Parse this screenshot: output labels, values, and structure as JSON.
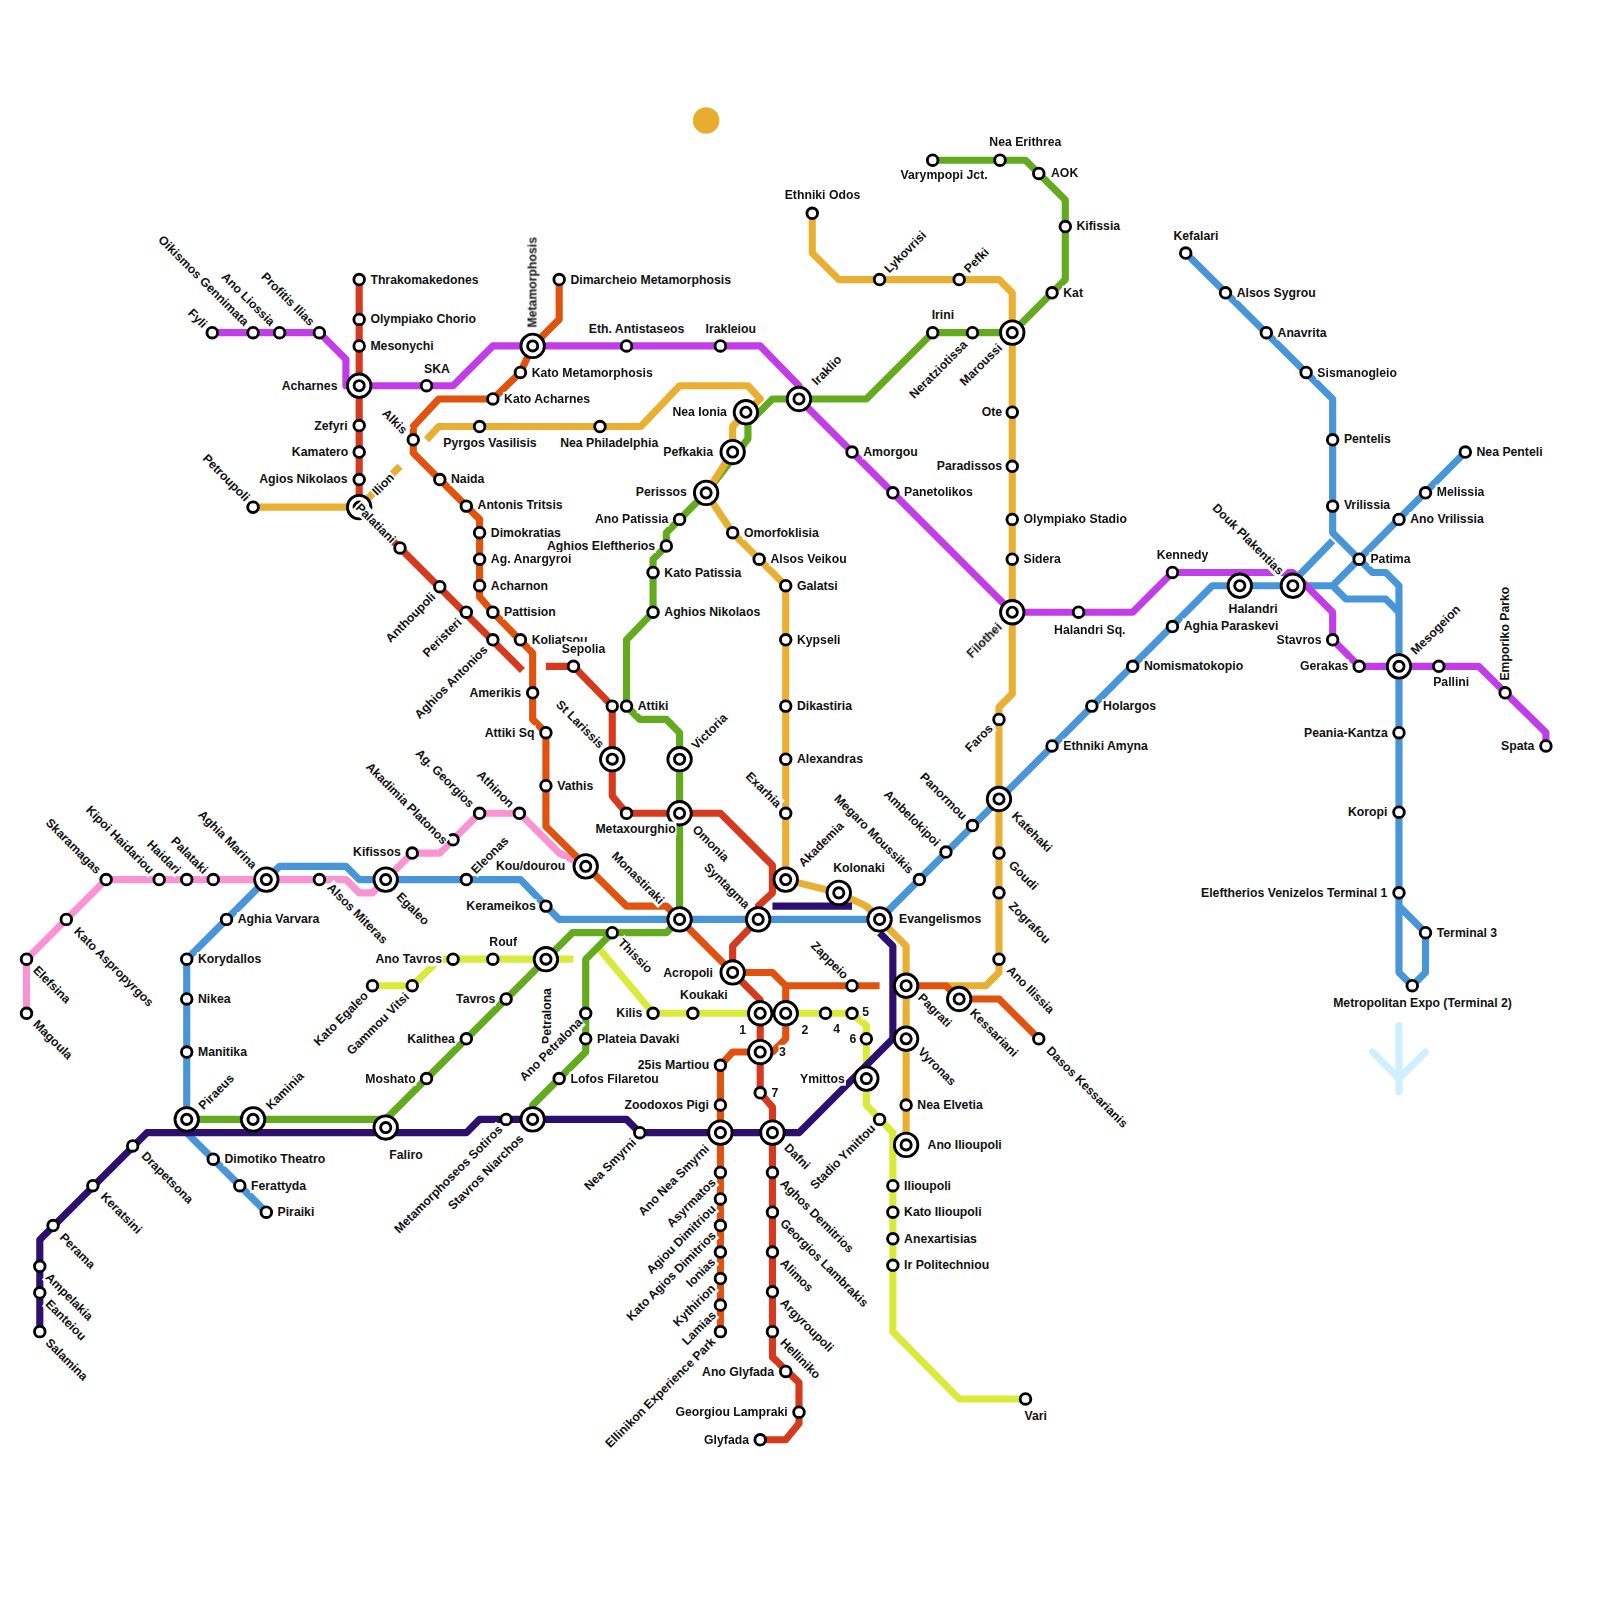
{
  "diagram": {
    "labels": [
      "Nea Erithrea",
      "Varympopi Jct.",
      "AOK",
      "Ethniki Odos",
      "Kifissia",
      "Kefalari",
      "Lykovrisi",
      "Pefki",
      "Thrakomakedones",
      "Dimarcheio Metamorphosis",
      "Kat",
      "Alsos Sygrou",
      "Metamorphosis",
      "Oikismos Gennimata",
      "Ano Liossia",
      "Profitis Ilias",
      "Fyli",
      "Olympiako Chorio",
      "Irini",
      "Anavrita",
      "Eth. Antistaseos",
      "Irakleiou",
      "Mesonychi",
      "Neratziotissa",
      "Maroussi",
      "Iraklio",
      "SKA",
      "Kato Metamorphosis",
      "Sismanogleio",
      "Acharnes",
      "Kato Acharnes",
      "Nea Ionia",
      "Alkis",
      "Ote",
      "Zefyri",
      "Pyrgos Vasilisis",
      "Nea Philadelphia",
      "Pentelis",
      "Amorgou",
      "Pefkakia",
      "Kamatero",
      "Nea Penteli",
      "Paradissos",
      "Agios Nikolaos",
      "Ilion",
      "Naida",
      "Petroupoli",
      "Perissos",
      "Panetolikos",
      "Melissia",
      "Antonis Tritsis",
      "Vrilissia",
      "Olympiako Stadio",
      "Ano Patissia",
      "Douk Plakentias",
      "Ano Vrilissia",
      "Omorfoklisia",
      "Dimokratias",
      "Aghios Eleftherios",
      "Palatiani",
      "Kennedy",
      "Alsos Veikou",
      "Sidera",
      "Ag. Anargyroi",
      "Patima",
      "Kato Patissia",
      "Galatsi",
      "Acharnon",
      "Anthoupoli",
      "Halandri",
      "Pattision",
      "Aghios Nikolaos",
      "Filothei",
      "Peristeri",
      "Aghia Paraskevi",
      "Halandri Sq.",
      "Stavros",
      "Koliatsou",
      "Kypseli",
      "Sepolia",
      "Aghios Antonios",
      "Mesogeion",
      "Emporiko Parko",
      "Nomismatokopio",
      "Gerakas",
      "Pallini",
      "Amerikis",
      "Attiki",
      "St Larissis",
      "Dikastiria",
      "Holargos",
      "Victoria",
      "Faros",
      "Attiki Sq",
      "Peania-Kantza",
      "Spata",
      "Ethniki Amyna",
      "Alexandras",
      "Akadimia Platonos",
      "Ag. Georgios",
      "Athinon",
      "Vathis",
      "Exarhia",
      "Panormou",
      "Metaxourghio",
      "Koropi",
      "Omonia",
      "Katehaki",
      "Kipoi Haidariou",
      "Skaramagas",
      "Haidari",
      "Palataki",
      "Aghia Marina",
      "Akademia",
      "Ambelokipoi",
      "Megaro Moussikis",
      "Syntagma",
      "Kifissos",
      "Eleonas",
      "Kou/dourou",
      "Monastiraki",
      "Kolonaki",
      "Goudi",
      "Alsos Miteras",
      "Egaleo",
      "Aghia Varvara",
      "Kerameikos",
      "Kato Aspropyrgos",
      "Zografou",
      "Evangelismos",
      "Thissio",
      "Rouf",
      "Zappeio",
      "Korydallos",
      "Ano Tavros",
      "Elefsina",
      "Acropoli",
      "Ano Ilissia",
      "Pagrati",
      "Kato Egaleo",
      "Gammou Vitsi",
      "Kessariani",
      "Nikea",
      "Tavros",
      "Koukaki",
      "Petralona",
      "Kilis",
      "1",
      "2",
      "4",
      "5",
      "3",
      "6",
      "Dasos Kessarianis",
      "Kalithea",
      "Plateia Davaki",
      "Vyronas",
      "Manitika",
      "Ano Petralona",
      "25is Martiou",
      "Moshato",
      "Lofos Filaretou",
      "Ymittos",
      "7",
      "Nea Elvetia",
      "Zoodoxos Pigi",
      "Piraeus",
      "Kaminia",
      "Stadio Ymittou",
      "Ano Ilioupoli",
      "Faliro",
      "Metamorphoseos Sotiros",
      "Stavros Niarchos",
      "Nea Smyrni",
      "Ano Nea Smyrni",
      "Dafni",
      "Drapetsona",
      "Dimotiko Theatro",
      "Ferattyda",
      "Keratsini",
      "Ilioupoli",
      "Asyrmatos",
      "Aghos Demitrios",
      "Piraiki",
      "Kato Ilioupoli",
      "Agiou Dimitriou",
      "Perama",
      "Georgios Lambrakis",
      "Kato Agios Dimitrios",
      "Anexartisias",
      "Alimos",
      "Ionias",
      "Ir Politechniou",
      "Ampelakia",
      "Kythirion",
      "Eanteiou",
      "Argyroupoli",
      "Lamias",
      "Salamina",
      "Helliniko",
      "Ellinikon Experience Park",
      "Ano Glyfada",
      "Vari",
      "Georgiou Lampraki",
      "Glyfada",
      "Eleftherios Venizelos Terminal 1",
      "Terminal 3",
      "Metropolitan Expo (Terminal 2)",
      "Magoula"
    ]
  }
}
